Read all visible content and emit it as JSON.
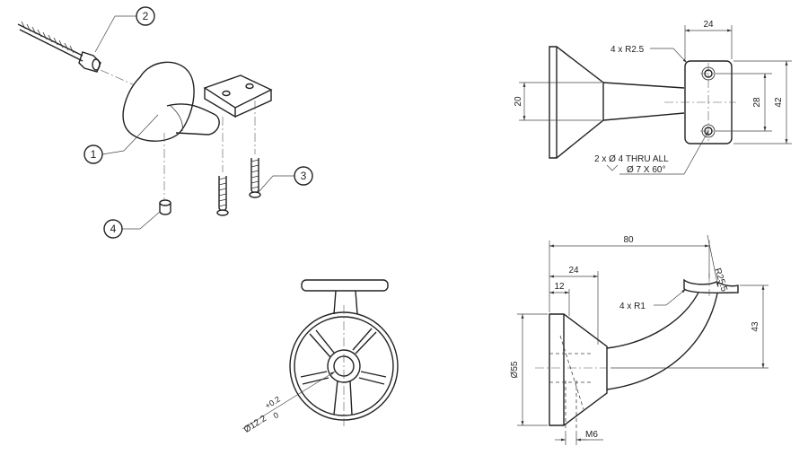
{
  "balloons": {
    "b1": "1",
    "b2": "2",
    "b3": "3",
    "b4": "4"
  },
  "top_view": {
    "radius_note": "4 x R2.5",
    "width_dim": "24",
    "left_dim": "20",
    "hole_spacing": "28",
    "height_dim": "42",
    "hole_note_line1": "2 x Ø 4 THRU ALL",
    "hole_note_line2": "Ø 7 X 60°"
  },
  "side_view": {
    "overall_length": "80",
    "radius_25": "R25.5",
    "flange_24": "24",
    "flange_12": "12",
    "fillet_note": "4 x R1",
    "diameter_55": "Ø55",
    "height_43": "43",
    "thread": "M6"
  },
  "front_view": {
    "bore_diameter": "Ø12.2",
    "tol_plus": "+0.2",
    "tol_zero": "0"
  }
}
